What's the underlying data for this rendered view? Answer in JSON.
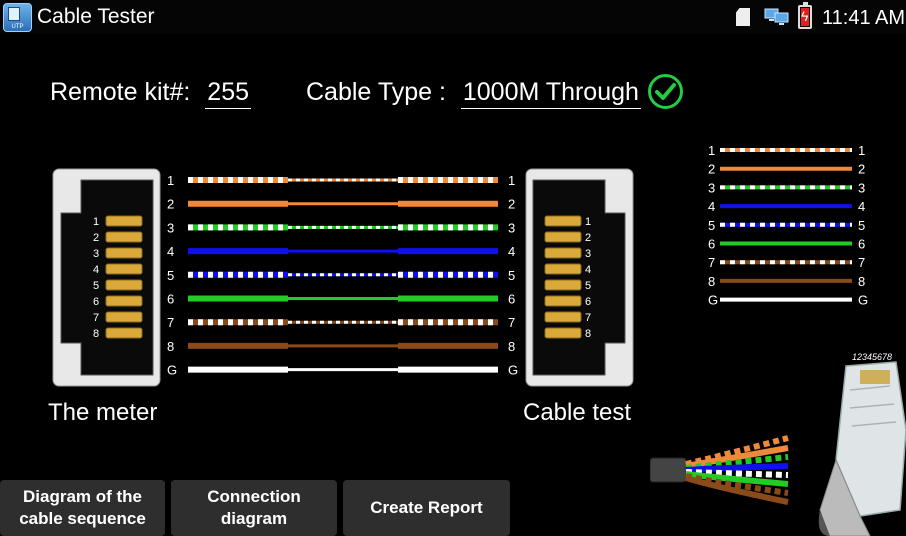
{
  "app": {
    "title": "Cable Tester",
    "icon_label": "UTP",
    "time": "11:41 AM"
  },
  "status_icons": [
    "sd-card-icon",
    "network-icon",
    "battery-charging-icon"
  ],
  "remote_kit": {
    "label": "Remote kit#:",
    "value": "255"
  },
  "cable_type": {
    "label": "Cable Type :",
    "value": "1000M Through",
    "status": "pass"
  },
  "labels": {
    "meter": "The meter",
    "cable_test": "Cable test"
  },
  "connector_pins": [
    "1",
    "2",
    "3",
    "4",
    "5",
    "6",
    "7",
    "8"
  ],
  "wires": [
    {
      "pin": "1",
      "color": "#f08a3a",
      "striped": true
    },
    {
      "pin": "2",
      "color": "#f08a3a",
      "striped": false
    },
    {
      "pin": "3",
      "color": "#22cc22",
      "striped": true
    },
    {
      "pin": "4",
      "color": "#1010ee",
      "striped": false
    },
    {
      "pin": "5",
      "color": "#1010ee",
      "striped": true
    },
    {
      "pin": "6",
      "color": "#22cc22",
      "striped": false
    },
    {
      "pin": "7",
      "color": "#8a4a1a",
      "striped": true
    },
    {
      "pin": "8",
      "color": "#8a4a1a",
      "striped": false
    },
    {
      "pin": "G",
      "color": "#ffffff",
      "striped": false
    }
  ],
  "buttons": {
    "sequence": "Diagram of the\ncable sequence",
    "connection": "Connection\ndiagram",
    "report": "Create Report"
  },
  "plug_serial": "12345678",
  "colors": {
    "accent_pass": "#22cc44",
    "button_bg": "#2e2e2e"
  }
}
